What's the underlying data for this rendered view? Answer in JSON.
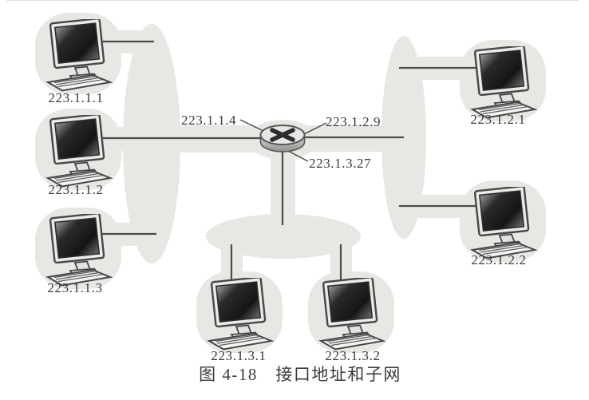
{
  "figure": {
    "caption": "图 4-18　接口地址和子网"
  },
  "router": {
    "icon": "router-cylinder-x"
  },
  "subnets": [
    {
      "id": "subnet-1",
      "router_interface_ip": "223.1.1.4",
      "hosts": [
        {
          "ip": "223.1.1.1"
        },
        {
          "ip": "223.1.1.2"
        },
        {
          "ip": "223.1.1.3"
        }
      ]
    },
    {
      "id": "subnet-2",
      "router_interface_ip": "223.1.2.9",
      "hosts": [
        {
          "ip": "223.1.2.1"
        },
        {
          "ip": "223.1.2.2"
        }
      ]
    },
    {
      "id": "subnet-3",
      "router_interface_ip": "223.1.3.27",
      "hosts": [
        {
          "ip": "223.1.3.1"
        },
        {
          "ip": "223.1.3.2"
        }
      ]
    }
  ]
}
